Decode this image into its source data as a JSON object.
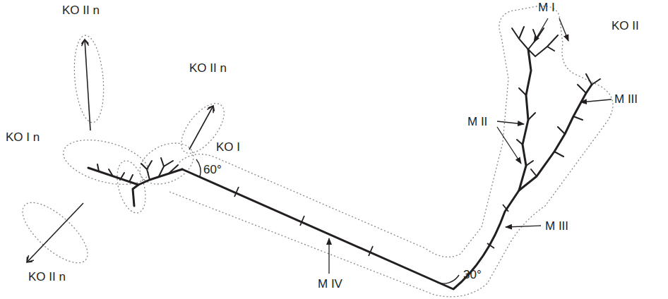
{
  "diagram": {
    "labels": [
      "M I",
      "KO II",
      "KO II n",
      "KO II n",
      "M II",
      "M III",
      "KO I n",
      "KO I",
      "60°",
      "M III",
      "KO II n",
      "30°",
      "M IV"
    ]
  }
}
